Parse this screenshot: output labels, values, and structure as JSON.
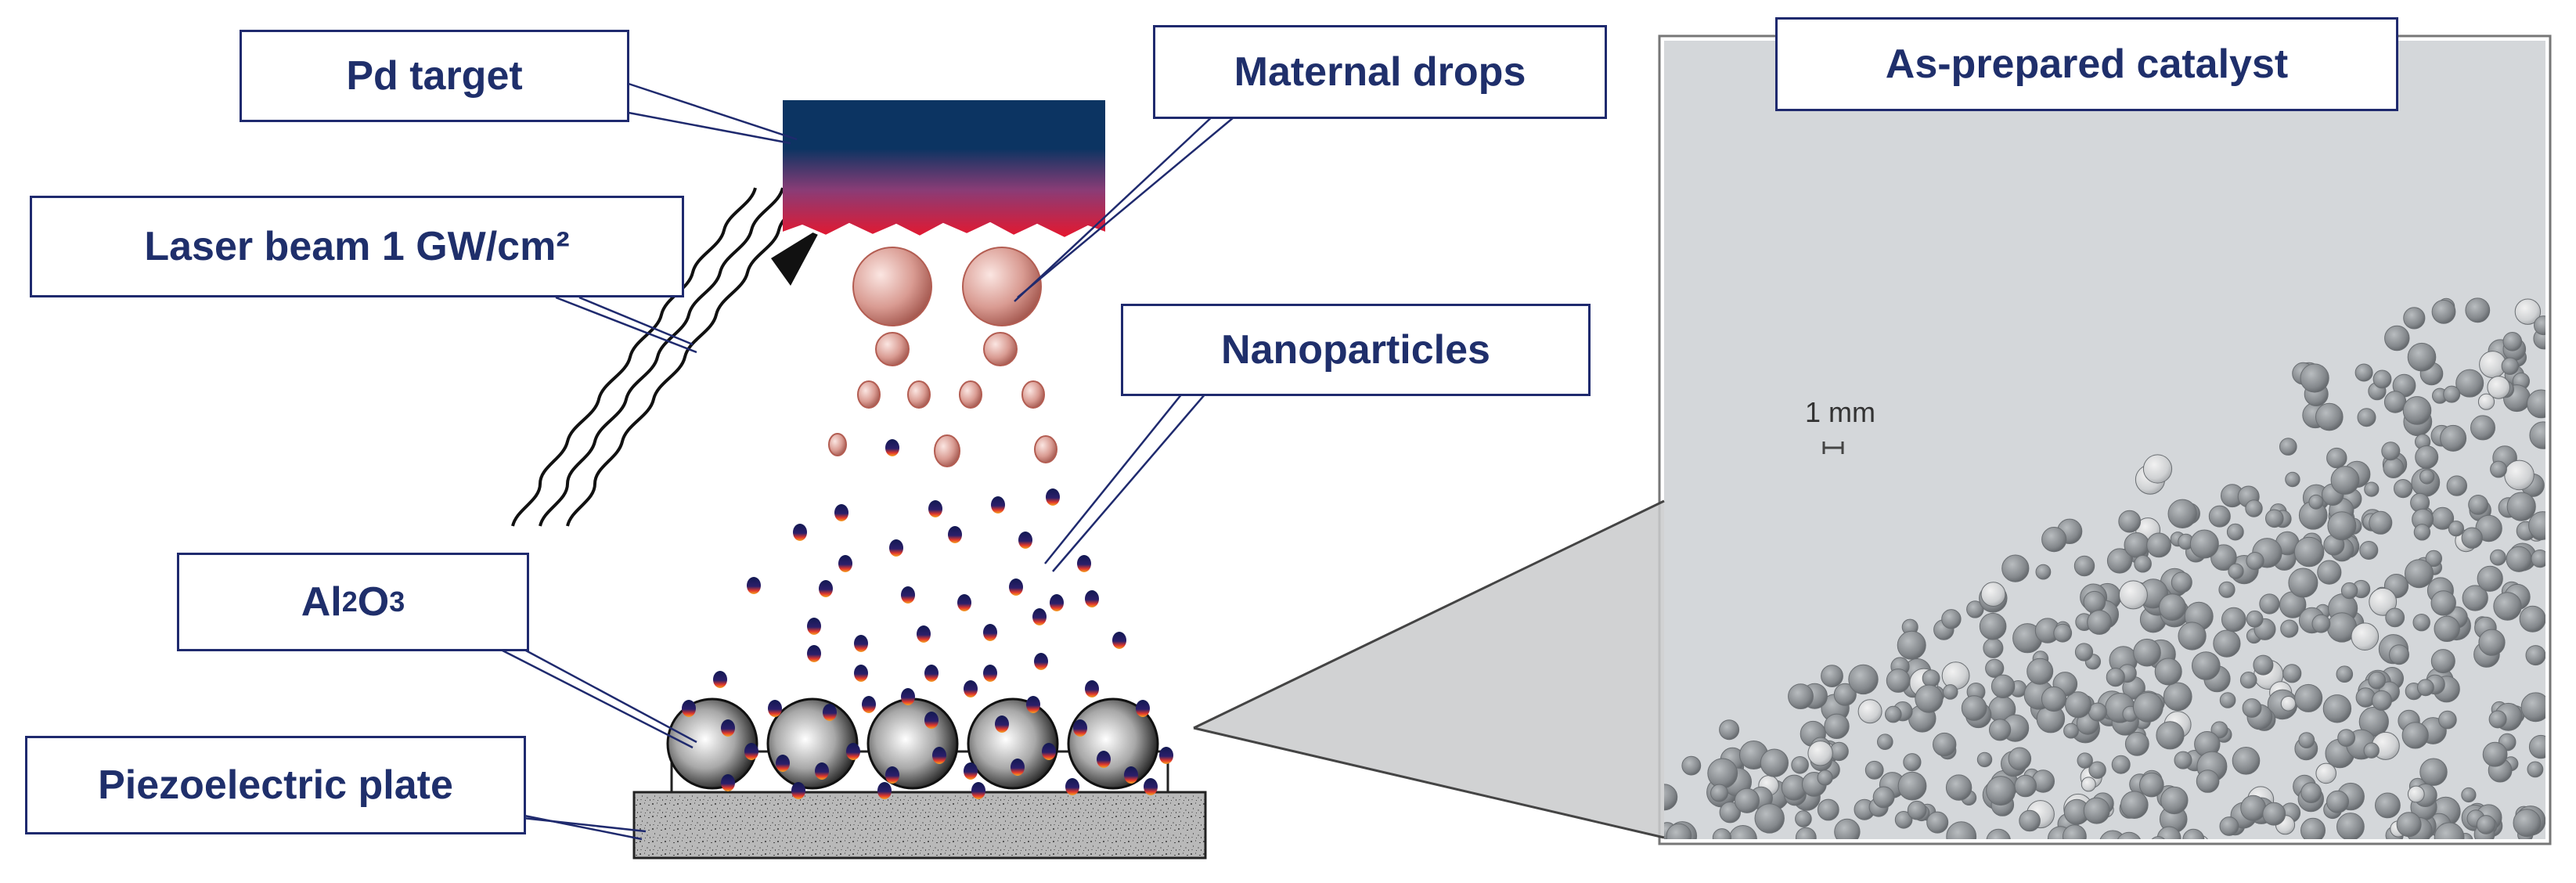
{
  "labels": {
    "pd_target": "Pd target",
    "laser_beam": "Laser beam 1 GW/cm²",
    "maternal_drops": "Maternal drops",
    "nanoparticles": "Nanoparticles",
    "al2o3_main": "Al",
    "al2o3_sub1": "2",
    "al2o3_mid": "O",
    "al2o3_sub2": "3",
    "piezo_plate": "Piezoelectric plate",
    "catalyst_photo": "As-prepared catalyst",
    "scale_bar": "1 mm"
  },
  "colors": {
    "box_border": "#1f2a6e",
    "label_text": "#1f2f6b",
    "target_top": "#0c3462",
    "target_bottom": "#e8162c",
    "droplet": "#c98a80",
    "photo_bg": "#d6d9dc",
    "bead_gray": "#8e9296"
  }
}
